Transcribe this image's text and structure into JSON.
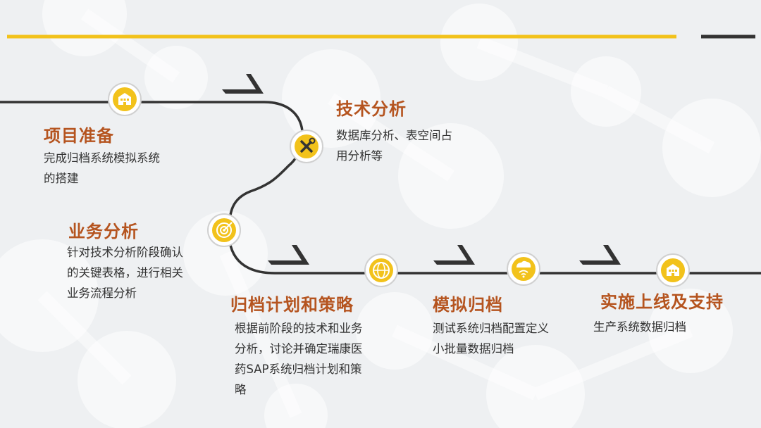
{
  "colors": {
    "accent_yellow": "#f2c21b",
    "title_orange": "#b5541f",
    "dark_line": "#333333",
    "text": "#333333"
  },
  "steps": [
    {
      "id": "xiangmu",
      "title": "项目准备",
      "desc": [
        "完成归档系统模拟系统",
        "的搭建"
      ],
      "icon": "building-icon"
    },
    {
      "id": "jishu",
      "title": "技术分析",
      "desc": [
        "数据库分析、表空间占",
        "用分析等"
      ],
      "icon": "tools-icon"
    },
    {
      "id": "yewu",
      "title": "业务分析",
      "desc": [
        "针对技术分析阶段确认",
        "的关键表格，进行相关",
        "业务流程分析"
      ],
      "icon": "target-icon"
    },
    {
      "id": "jihua",
      "title": "归档计划和策略",
      "desc": [
        "根据前阶段的技术和业务",
        "分析，讨论并确定瑞康医",
        "药SAP系统归档计划和策",
        "略"
      ],
      "icon": "globe-icon"
    },
    {
      "id": "moni",
      "title": "模拟归档",
      "desc": [
        "测试系统归档配置定义",
        "小批量数据归档"
      ],
      "icon": "cloud-signal-icon"
    },
    {
      "id": "shishi",
      "title": "实施上线及支持",
      "desc": [
        "生产系统数据归档"
      ],
      "icon": "building-icon"
    }
  ]
}
